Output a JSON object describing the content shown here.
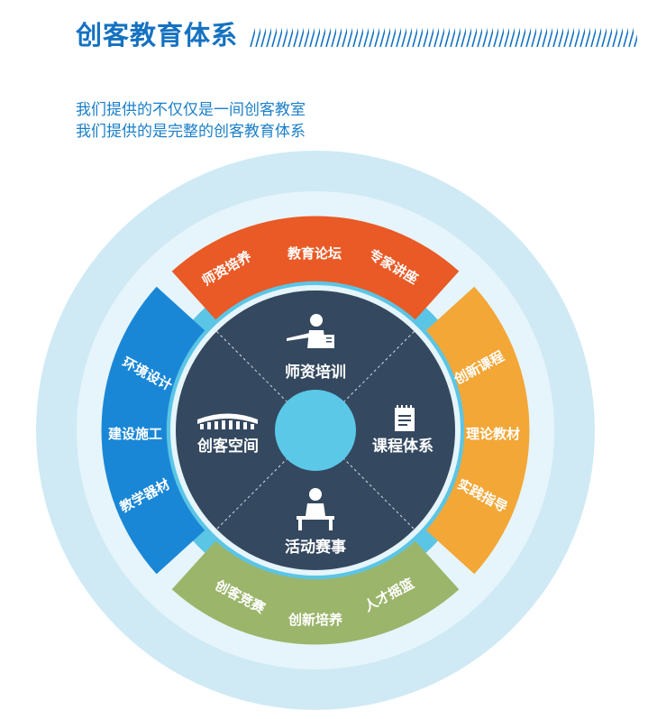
{
  "header": {
    "title": "创客教育体系"
  },
  "intro": {
    "line1": "我们提供的不仅仅是一间创客教室",
    "line2": "我们提供的是完整的创客教育体系"
  },
  "hub": {
    "top": "师资培训",
    "right": "课程体系",
    "bottom": "活动赛事",
    "left": "创客空间"
  },
  "segments": {
    "top": {
      "color": "#e95a26",
      "items": [
        "师资培养",
        "教育论坛",
        "专家讲座"
      ]
    },
    "right": {
      "color": "#f2a737",
      "items": [
        "创新课程",
        "理论教材",
        "实践指导"
      ]
    },
    "bottom": {
      "color": "#9bb56b",
      "items": [
        "创客竞赛",
        "创新培养",
        "人才摇篮"
      ]
    },
    "left": {
      "color": "#1a87d6",
      "items": [
        "环境设计",
        "建设施工",
        "教学器材"
      ]
    }
  },
  "colors": {
    "title_blue": "#1572c1",
    "outer_ring": "#cfeaf5",
    "middle_ring": "#e6f5fb",
    "connector_ring": "#5bc5e6",
    "inner_disc": "#34485f",
    "center_circle": "#5bc8e8"
  },
  "icons": {
    "top": "teacher-pointing-icon",
    "right": "notepad-icon",
    "bottom": "person-at-desk-icon",
    "left": "workspace-canopy-icon"
  }
}
